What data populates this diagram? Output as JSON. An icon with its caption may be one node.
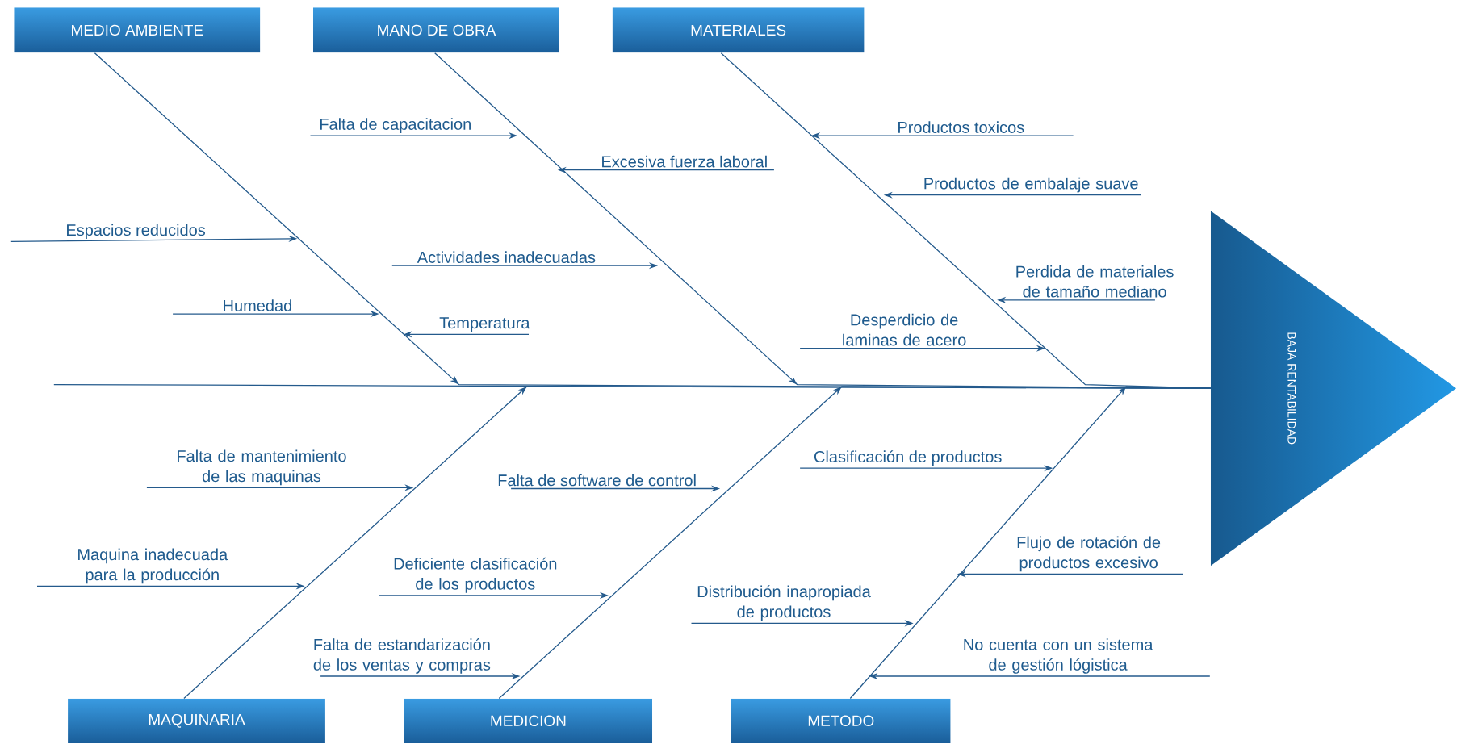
{
  "diagram": {
    "nodes": [
      {
        "text": [
          "MEDIO AMBIENTE"
        ]
      },
      {
        "text": [
          "MANO DE OBRA"
        ]
      },
      {
        "text": [
          "MATERIALES"
        ]
      },
      {
        "text": [
          "MAQUINARIA"
        ]
      },
      {
        "text": [
          "MEDICION"
        ]
      },
      {
        "text": [
          "METODO"
        ]
      },
      {
        "text": [
          "BAJA RENTABILIDAD"
        ]
      },
      {
        "text": [
          "Espacios reducidos"
        ]
      },
      {
        "text": [
          "Humedad"
        ]
      },
      {
        "text": [
          "Temperatura"
        ]
      },
      {
        "text": [
          "Falta de capacitacion"
        ]
      },
      {
        "text": [
          "Excesiva fuerza laboral"
        ]
      },
      {
        "text": [
          "Actividades inadecuadas"
        ]
      },
      {
        "text": [
          "Productos toxicos"
        ]
      },
      {
        "text": [
          "Productos de embalaje suave"
        ]
      },
      {
        "text": [
          "Perdida de materiales de tamaño mediano"
        ]
      },
      {
        "text": [
          "Desperdicio de laminas de acero"
        ]
      },
      {
        "text": [
          "Falta de mantenimiento de las maquinas"
        ]
      },
      {
        "text": [
          "Maquina inadecuada para la producción"
        ]
      },
      {
        "text": [
          "Falta de software de control"
        ]
      },
      {
        "text": [
          "Deficiente clasificación de los productos"
        ]
      },
      {
        "text": [
          "Falta de estandarización de los ventas y compras"
        ]
      },
      {
        "text": [
          "Clasificación de productos"
        ]
      },
      {
        "text": [
          "Flujo de rotación de productos excesivo"
        ]
      },
      {
        "text": [
          "Distribución inapropiada de productos"
        ]
      },
      {
        "text": [
          "No cuenta con un sistema de gestión lógistica"
        ]
      }
    ],
    "edges": [
      {
        "from": 0,
        "to": 6,
        "arrow": "to"
      },
      {
        "from": 1,
        "to": 6,
        "arrow": "to"
      },
      {
        "from": 2,
        "to": 6,
        "arrow": "none"
      },
      {
        "from": 3,
        "to": 6,
        "arrow": "to"
      },
      {
        "from": 4,
        "to": 6,
        "arrow": "to"
      },
      {
        "from": 5,
        "to": 6,
        "arrow": "to"
      },
      {
        "from": null,
        "to": 6,
        "arrow": "none"
      },
      {
        "from": 7,
        "to": null,
        "arrow": "to"
      },
      {
        "from": 8,
        "to": null,
        "arrow": "to"
      },
      {
        "from": 9,
        "to": null,
        "arrow": "to"
      },
      {
        "from": 10,
        "to": null,
        "arrow": "to"
      },
      {
        "from": 11,
        "to": null,
        "arrow": "to"
      },
      {
        "from": 12,
        "to": null,
        "arrow": "to"
      },
      {
        "from": 13,
        "to": null,
        "arrow": "to"
      },
      {
        "from": 14,
        "to": null,
        "arrow": "to"
      },
      {
        "from": 15,
        "to": null,
        "arrow": "to"
      },
      {
        "from": 16,
        "to": null,
        "arrow": "to"
      },
      {
        "from": 17,
        "to": null,
        "arrow": "to"
      },
      {
        "from": 18,
        "to": null,
        "arrow": "to"
      },
      {
        "from": 19,
        "to": null,
        "arrow": "to"
      },
      {
        "from": 20,
        "to": null,
        "arrow": "to"
      },
      {
        "from": 21,
        "to": null,
        "arrow": "to"
      },
      {
        "from": 22,
        "to": null,
        "arrow": "to"
      },
      {
        "from": 23,
        "to": null,
        "arrow": "to"
      },
      {
        "from": 24,
        "to": null,
        "arrow": "to"
      },
      {
        "from": 25,
        "to": null,
        "arrow": "to"
      }
    ]
  }
}
